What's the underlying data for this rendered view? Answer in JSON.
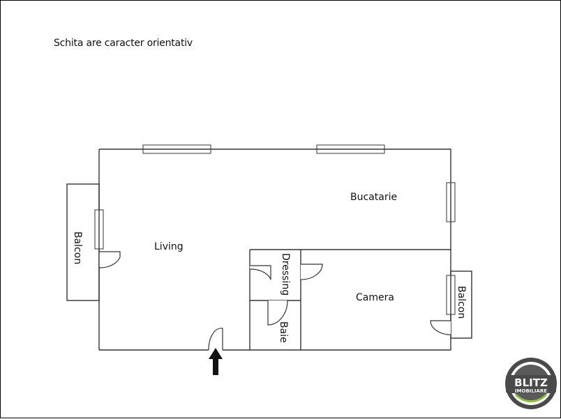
{
  "note": "Schita are caracter orientativ",
  "rooms": {
    "living": "Living",
    "bucatarie": "Bucatarie",
    "camera": "Camera",
    "dressing": "Dressing",
    "baie": "Baie",
    "balcon_left": "Balcon",
    "balcon_right": "Balcon"
  },
  "logo": {
    "line1": "BLITZ",
    "line2": "IMOBILIARE",
    "ring_color": "#4a4a4a",
    "accent_color": "#8cc63f"
  },
  "colors": {
    "wall": "#333333",
    "entrance_arrow": "#111111"
  }
}
